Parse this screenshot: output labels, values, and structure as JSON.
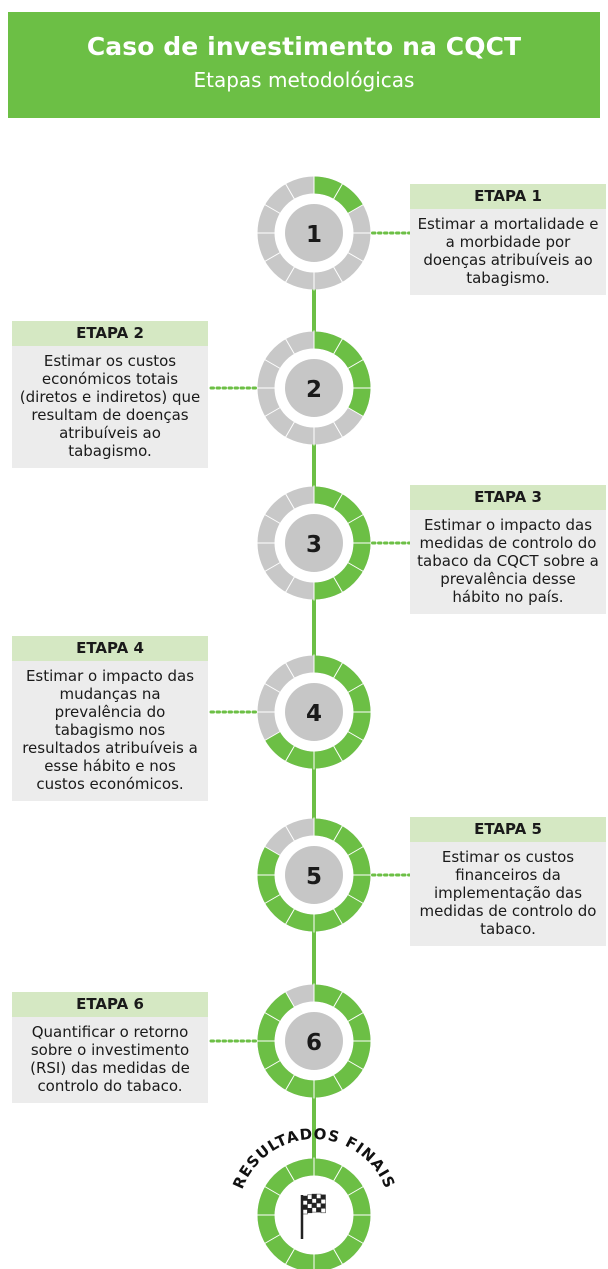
{
  "header": {
    "title": "Caso de investimento na CQCT",
    "subtitle": "Etapas metodológicas"
  },
  "colors": {
    "header": "#6cbf45",
    "green": "#6cbf45",
    "grey_ring": "#c8c8c8",
    "label_bg": "#d5e8c3",
    "text_bg": "#ececec"
  },
  "steps": [
    {
      "number": "1",
      "label": "ETAPA 1",
      "text": "Estimar a mortalidade e a morbidade por doenças atribuíveis ao tabagismo.",
      "side": "right",
      "progress": 0.167
    },
    {
      "number": "2",
      "label": "ETAPA 2",
      "text": "Estimar os custos económicos totais (diretos e indiretos) que resultam de doenças atribuíveis ao tabagismo.",
      "side": "left",
      "progress": 0.333
    },
    {
      "number": "3",
      "label": "ETAPA 3",
      "text": "Estimar o impacto das medidas de controlo do tabaco da CQCT sobre a prevalência desse hábito no país.",
      "side": "right",
      "progress": 0.5
    },
    {
      "number": "4",
      "label": "ETAPA 4",
      "text": "Estimar o impacto das mudanças na prevalência do tabagismo nos resultados atribuíveis a esse hábito e nos custos económicos.",
      "side": "left",
      "progress": 0.667
    },
    {
      "number": "5",
      "label": "ETAPA 5",
      "text": "Estimar os custos financeiros da implementação das medidas de controlo do tabaco.",
      "side": "right",
      "progress": 0.833
    },
    {
      "number": "6",
      "label": "ETAPA 6",
      "text": "Quantificar o retorno sobre o investimento (RSI) das medidas de controlo do tabaco.",
      "side": "left",
      "progress": 0.917
    }
  ],
  "final": {
    "label": "RESULTADOS FINAIS",
    "icon": "checkered-flag-icon",
    "progress": 1.0
  }
}
